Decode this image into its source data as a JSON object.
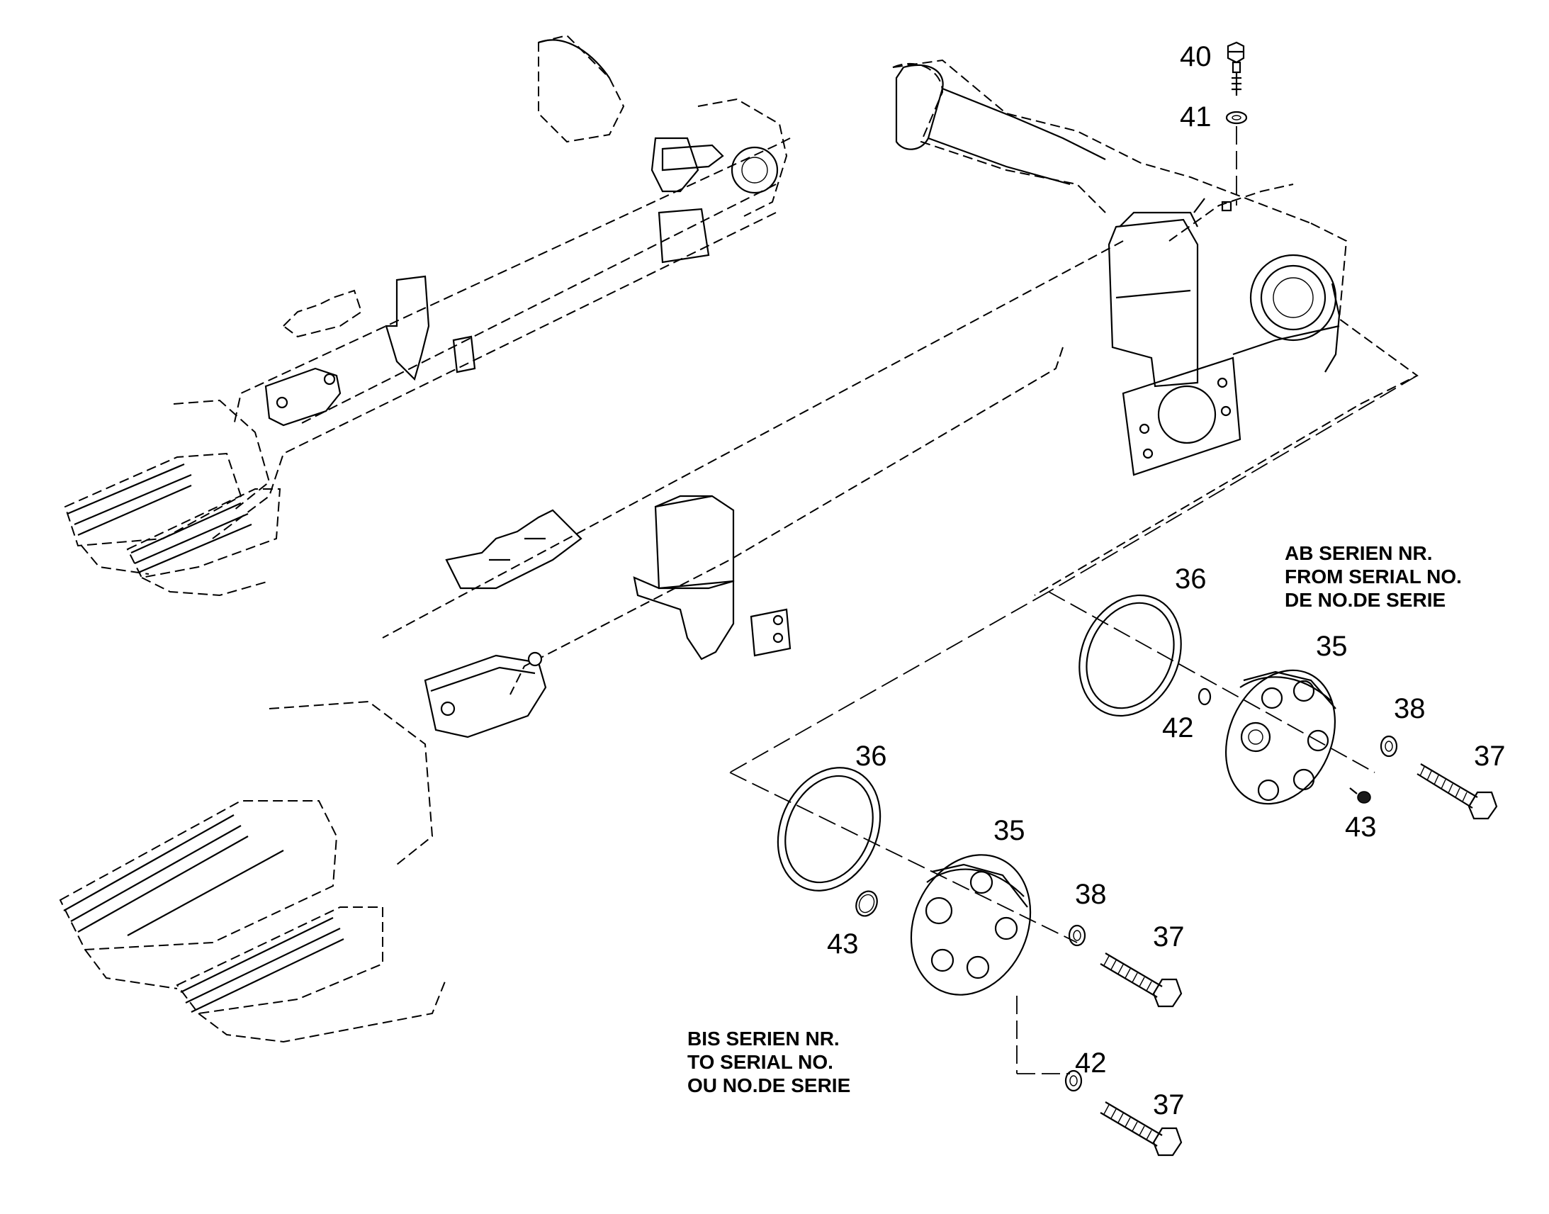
{
  "diagram": {
    "callouts": {
      "p40": "40",
      "p41": "41",
      "p36_upper": "36",
      "p35_upper": "35",
      "p42_upper": "42",
      "p38_upper": "38",
      "p37_upper": "37",
      "p43_upper": "43",
      "p36_lower": "36",
      "p35_lower": "35",
      "p43_lower": "43",
      "p38_lower": "38",
      "p37_lower": "37",
      "p42_lower": "42",
      "p37_bottom": "37"
    },
    "note_from_serial": [
      "AB SERIEN NR.",
      "FROM SERIAL NO.",
      "DE NO.DE SERIE"
    ],
    "note_to_serial": [
      "BIS SERIEN NR.",
      "TO SERIAL NO.",
      "OU NO.DE SERIE"
    ],
    "colors": {
      "line": "#000000",
      "background": "#ffffff"
    }
  }
}
